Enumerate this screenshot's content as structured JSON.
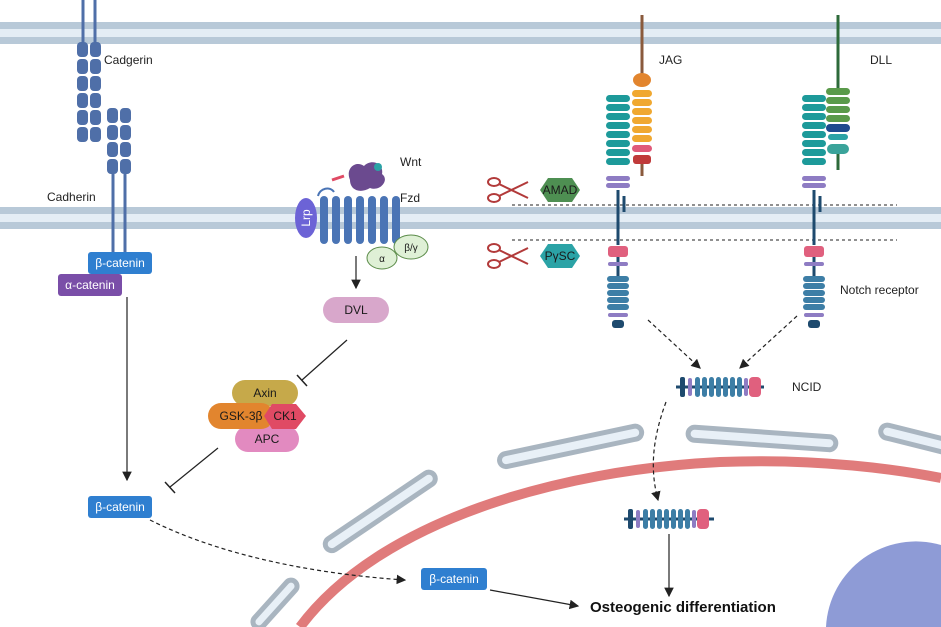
{
  "labels": {
    "cadgerin": "Cadgerin",
    "cadherin": "Cadherin",
    "beta_catenin_membrane": "β-catenin",
    "alpha_catenin": "α-catenin",
    "beta_catenin_cytoplasm": "β-catenin",
    "beta_catenin_nucleus": "β-catenin",
    "wnt": "Wnt",
    "fzd": "Fzd",
    "lrp": "Lrp",
    "g_alpha": "α",
    "g_beta_gamma": "β/γ",
    "dvl": "DVL",
    "axin": "Axin",
    "gsk3b": "GSK-3β",
    "ck1": "CK1",
    "apc": "APC",
    "jag": "JAG",
    "dll": "DLL",
    "amad": "AMAD",
    "pysc": "PγSC",
    "notch_receptor": "Notch receptor",
    "ncid": "NCID",
    "outcome": "Osteogenic differentiation"
  },
  "colors": {
    "membrane_band": "#b8c9d8",
    "membrane_core": "#e4edf5",
    "cadherin": "#4f6fa8",
    "beta_catenin_box": "#2f7fd0",
    "alpha_catenin_box": "#7a4ea8",
    "fzd": "#4a74b5",
    "lrp": "#6c63d6",
    "dvl": "#d8a7cb",
    "axin": "#c6a94a",
    "gsk3b": "#e2852e",
    "ck1": "#e04a64",
    "apc": "#e28ac0",
    "notch_teal": "#1d9a9a",
    "notch_blue": "#3d7ea6",
    "notch_lavender": "#8e7cc3",
    "notch_pink": "#e0607e",
    "jag_orange": "#f0a830",
    "dll_green": "#5a9a4a",
    "amad": "#4e8f52",
    "pysc": "#2ba3a6",
    "scissors": "#b23a3a",
    "nuclear_membrane": "#e07b7b",
    "nucleolus": "#8e9bd6"
  },
  "icons": [
    "scissors-icon",
    "scissors-icon"
  ]
}
